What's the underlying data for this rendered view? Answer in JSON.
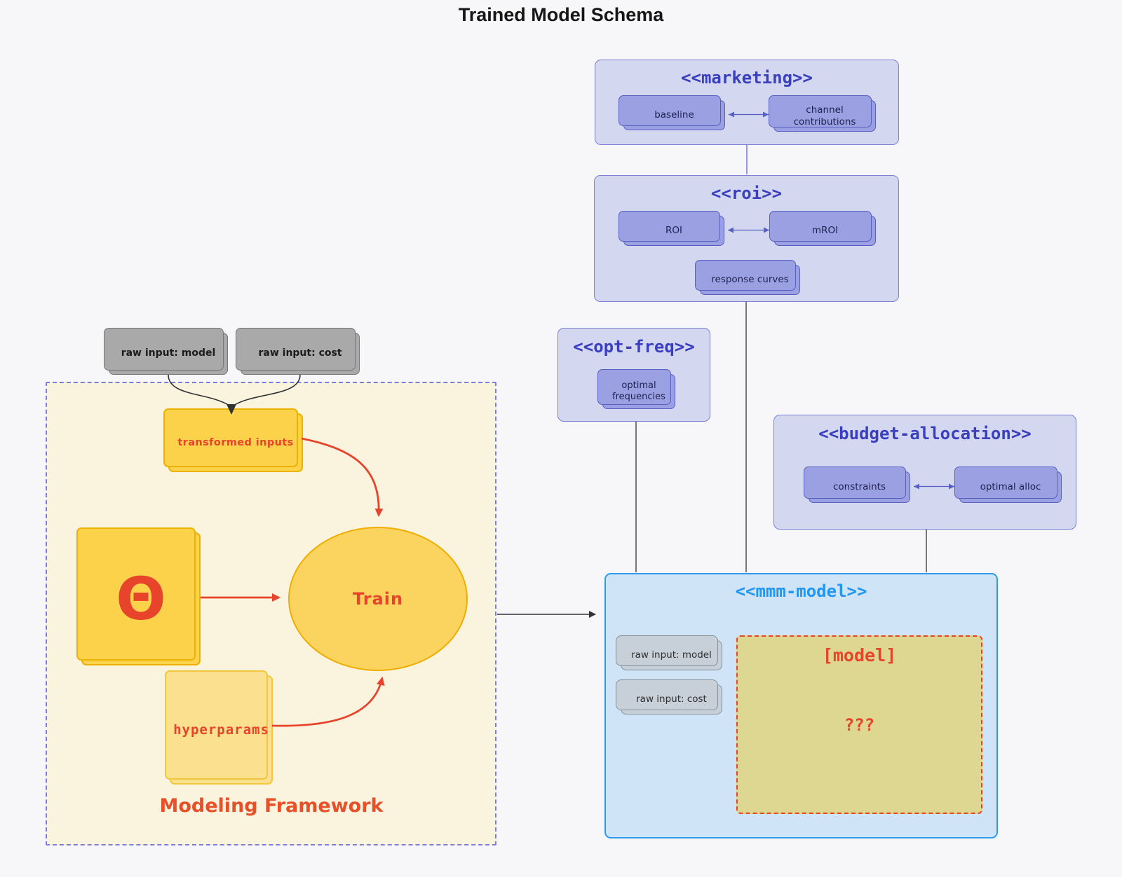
{
  "title": "Trained Model Schema",
  "colors": {
    "background": "#f7f7f9",
    "group_purple_fill": "#d4d7f0",
    "group_purple_border": "#7b80d6",
    "group_title_purple": "#3a3fc0",
    "node_purple_fill": "#9aa0e2",
    "node_purple_border": "#585fc2",
    "mmm_blue_fill": "#cfe4f7",
    "mmm_blue_accent": "#2196f3",
    "gray_node_fill": "#a9a9a9",
    "bluegray_node_fill": "#c7d0d9",
    "framework_fill": "#faf3de",
    "gold_fill": "#fcd24b",
    "light_gold_fill": "#fbe18f",
    "khaki_fill": "#ded792",
    "red_accent": "#e8432b",
    "edge_dark": "#4d4d4d"
  },
  "marketing": {
    "title": "<<marketing>>",
    "nodes": [
      {
        "label": "baseline"
      },
      {
        "label": "channel contributions"
      }
    ]
  },
  "roi": {
    "title": "<<roi>>",
    "nodes": [
      {
        "label": "ROI"
      },
      {
        "label": "mROI"
      },
      {
        "label": "response curves"
      }
    ]
  },
  "opt_freq": {
    "title": "<<opt-freq>>",
    "nodes": [
      {
        "label": "optimal frequencies"
      }
    ]
  },
  "budget_allocation": {
    "title": "<<budget-allocation>>",
    "nodes": [
      {
        "label": "constraints"
      },
      {
        "label": "optimal alloc"
      }
    ]
  },
  "mmm_model": {
    "title": "<<mmm-model>>",
    "inputs": [
      {
        "label": "raw input: model"
      },
      {
        "label": "raw input: cost"
      }
    ],
    "model_box": {
      "label": "[model]",
      "placeholder": "???"
    }
  },
  "framework": {
    "label": "Modeling Framework",
    "raw_inputs": [
      {
        "label": "raw input: model"
      },
      {
        "label": "raw input: cost"
      }
    ],
    "nodes": {
      "transformed": "transformed inputs",
      "theta": "Θ",
      "train": "Train",
      "hyperparams": "hyperparams"
    }
  }
}
